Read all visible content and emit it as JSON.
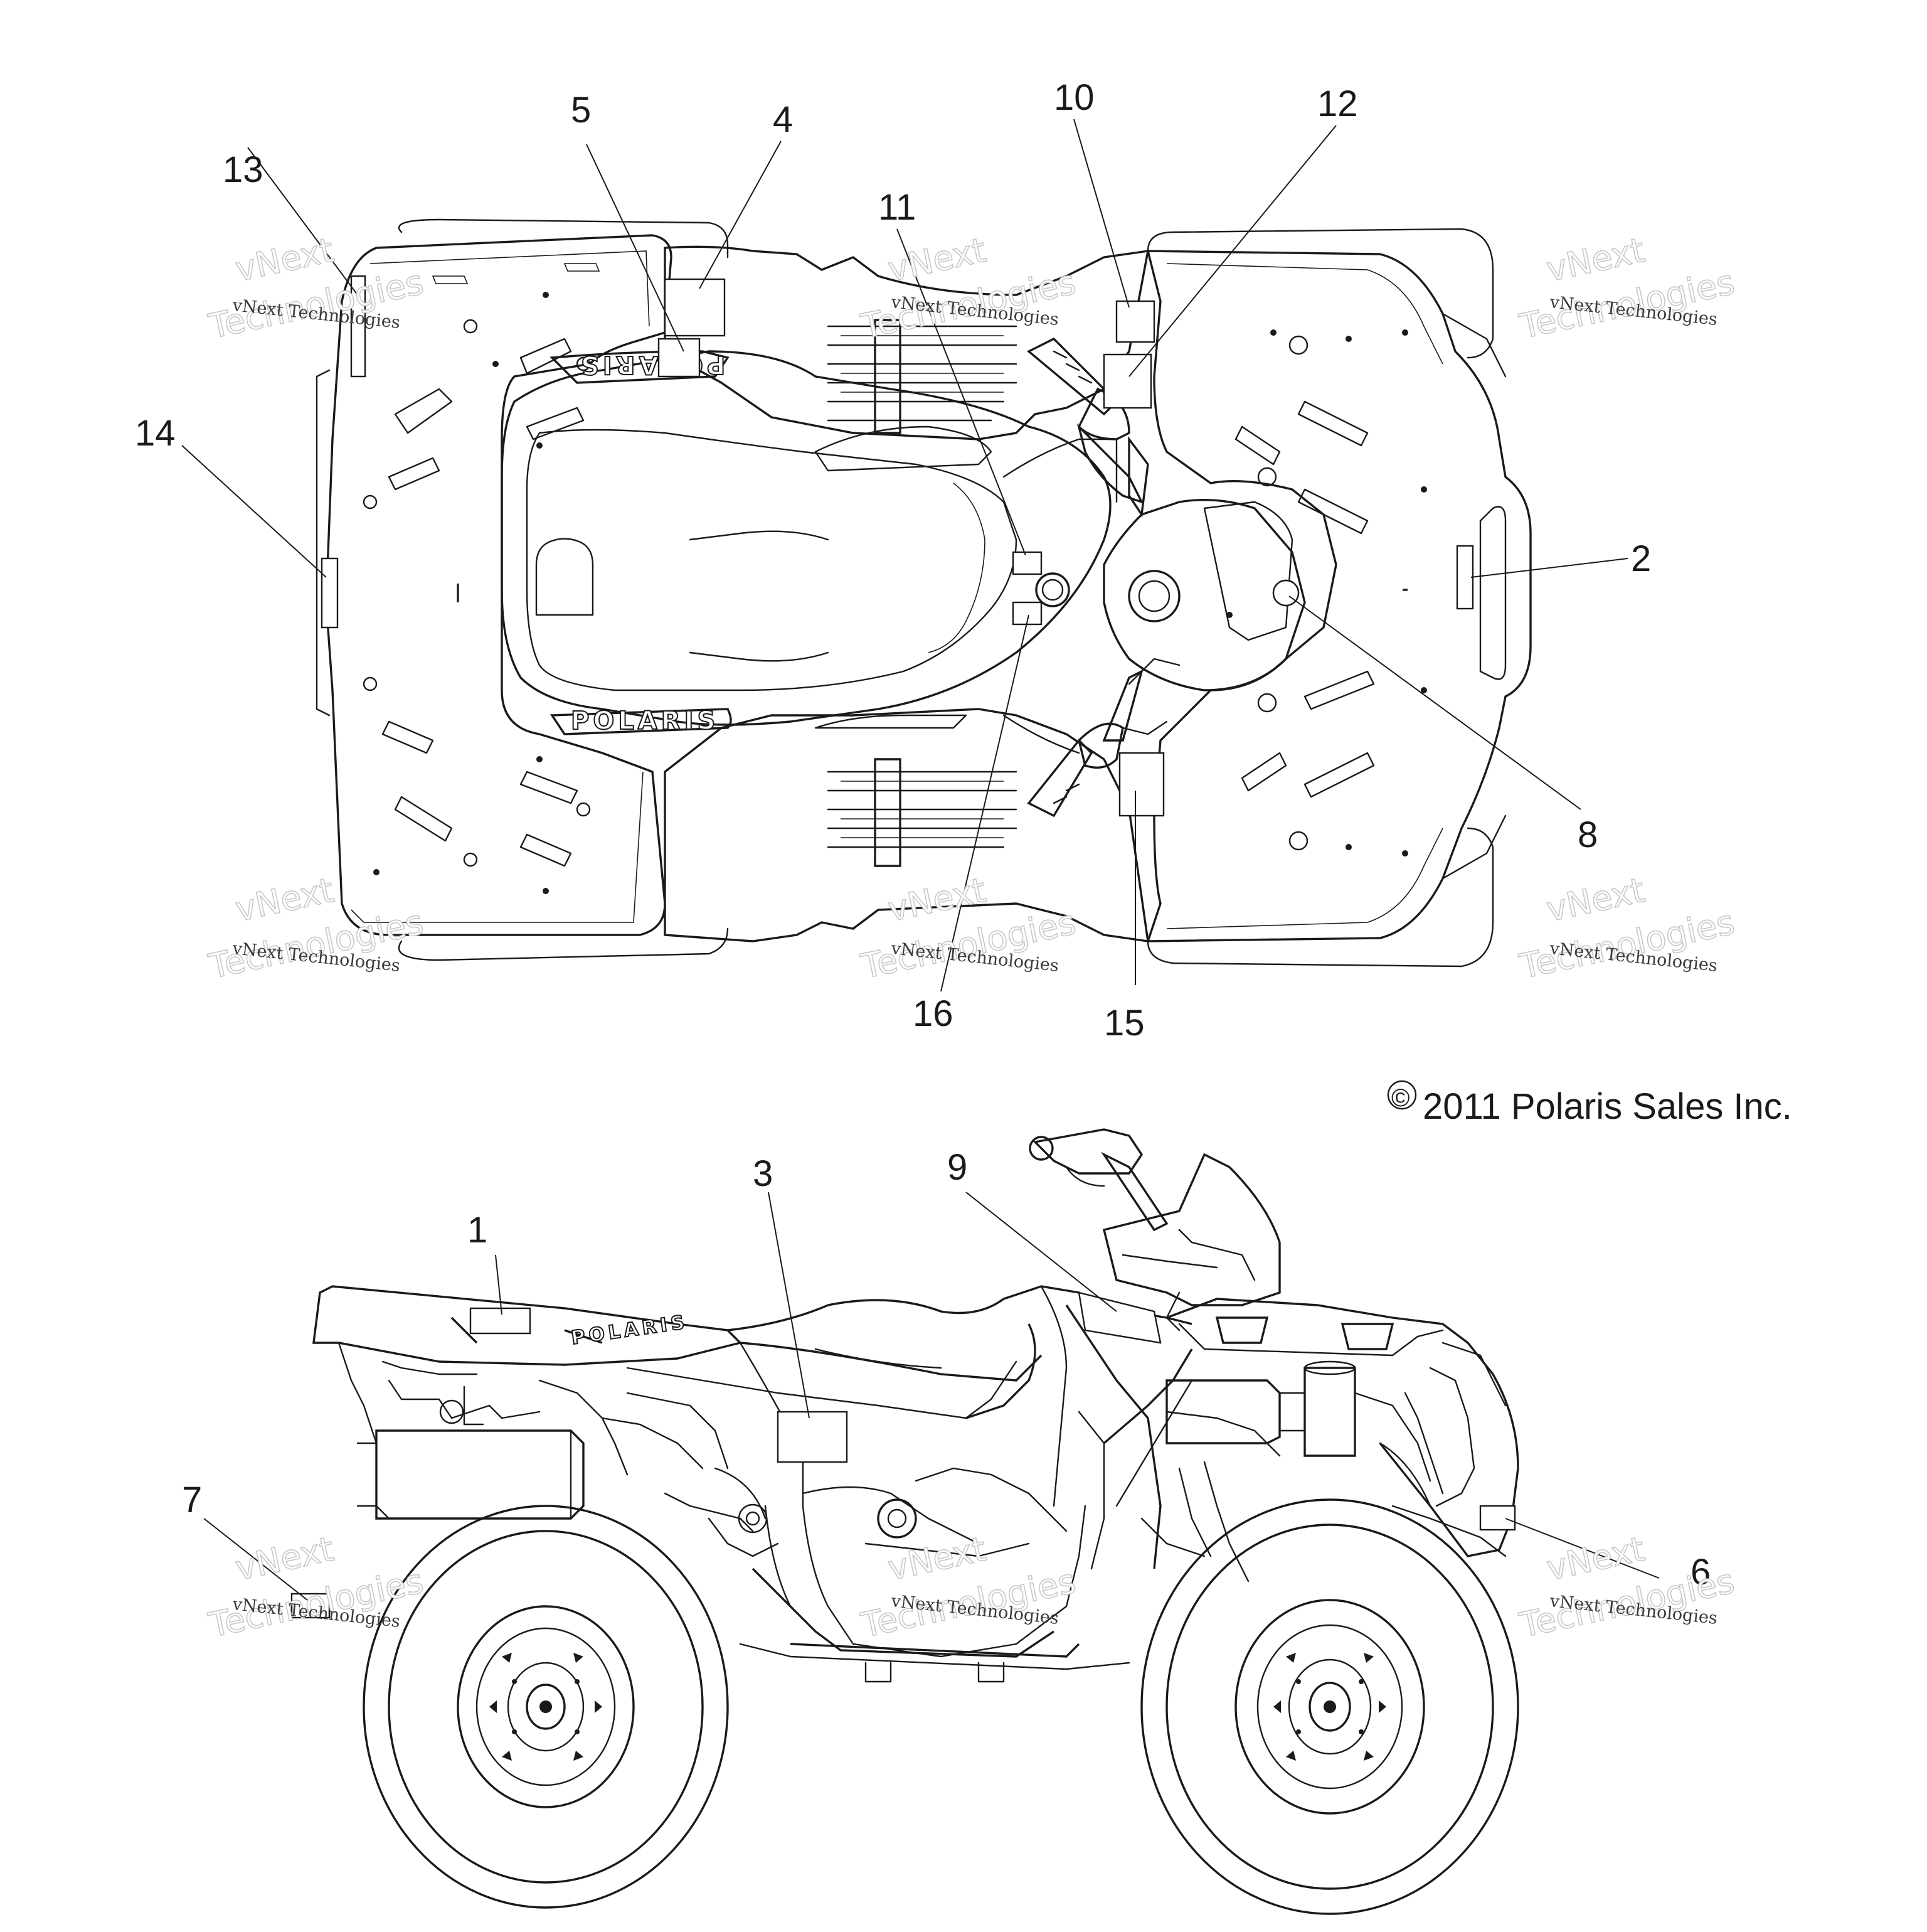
{
  "diagram": {
    "callouts": [
      {
        "id": "c1",
        "label": "1"
      },
      {
        "id": "c2",
        "label": "2"
      },
      {
        "id": "c3",
        "label": "3"
      },
      {
        "id": "c4",
        "label": "4"
      },
      {
        "id": "c5",
        "label": "5"
      },
      {
        "id": "c6",
        "label": "6"
      },
      {
        "id": "c7",
        "label": "7"
      },
      {
        "id": "c8",
        "label": "8"
      },
      {
        "id": "c9",
        "label": "9"
      },
      {
        "id": "c10",
        "label": "10"
      },
      {
        "id": "c11",
        "label": "11"
      },
      {
        "id": "c12",
        "label": "12"
      },
      {
        "id": "c13",
        "label": "13"
      },
      {
        "id": "c14",
        "label": "14"
      },
      {
        "id": "c15",
        "label": "15"
      },
      {
        "id": "c16",
        "label": "16"
      }
    ],
    "brand_text": "POLARIS",
    "copyright": "2011 Polaris Sales Inc.",
    "copyright_symbol": "©",
    "watermark": {
      "line1": "vNext Technologies",
      "line2": "vNext",
      "line3": "Technologies"
    }
  }
}
